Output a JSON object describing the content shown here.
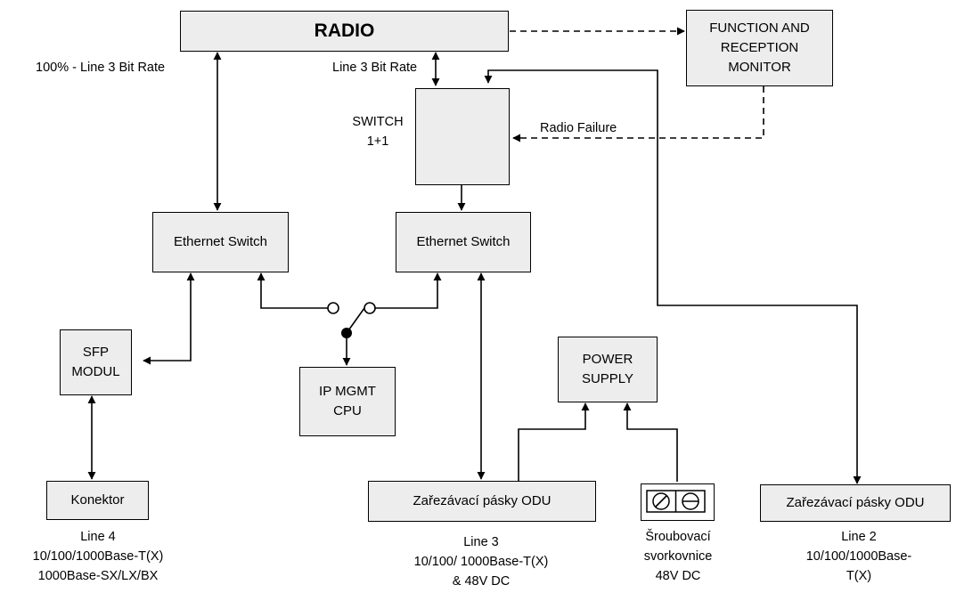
{
  "blocks": {
    "radio": "RADIO",
    "monitor": "FUNCTION AND\nRECEPTION\nMONITOR",
    "switch_label": "SWITCH\n1+1",
    "eth_left": "Ethernet Switch",
    "eth_mid": "Ethernet Switch",
    "sfp": "SFP\nMODUL",
    "ip_mgmt": "IP MGMT\nCPU",
    "power": "POWER\nSUPPLY",
    "konektor": "Konektor",
    "odu_mid": "Zařezávací pásky ODU",
    "odu_right": "Zařezávací pásky ODU"
  },
  "labels": {
    "rate_left": "100% - Line 3 Bit Rate",
    "rate_mid": "Line 3 Bit Rate",
    "radio_failure": "Radio Failure",
    "line4": "Line 4\n10/100/1000Base-T(X)\n1000Base-SX/LX/BX",
    "line3": "Line 3\n10/100/ 1000Base-T(X)\n& 48V DC",
    "terminal": "Šroubovací\nsvorkovnice\n48V DC",
    "line2": "Line 2\n10/100/1000Base-T(X)"
  }
}
